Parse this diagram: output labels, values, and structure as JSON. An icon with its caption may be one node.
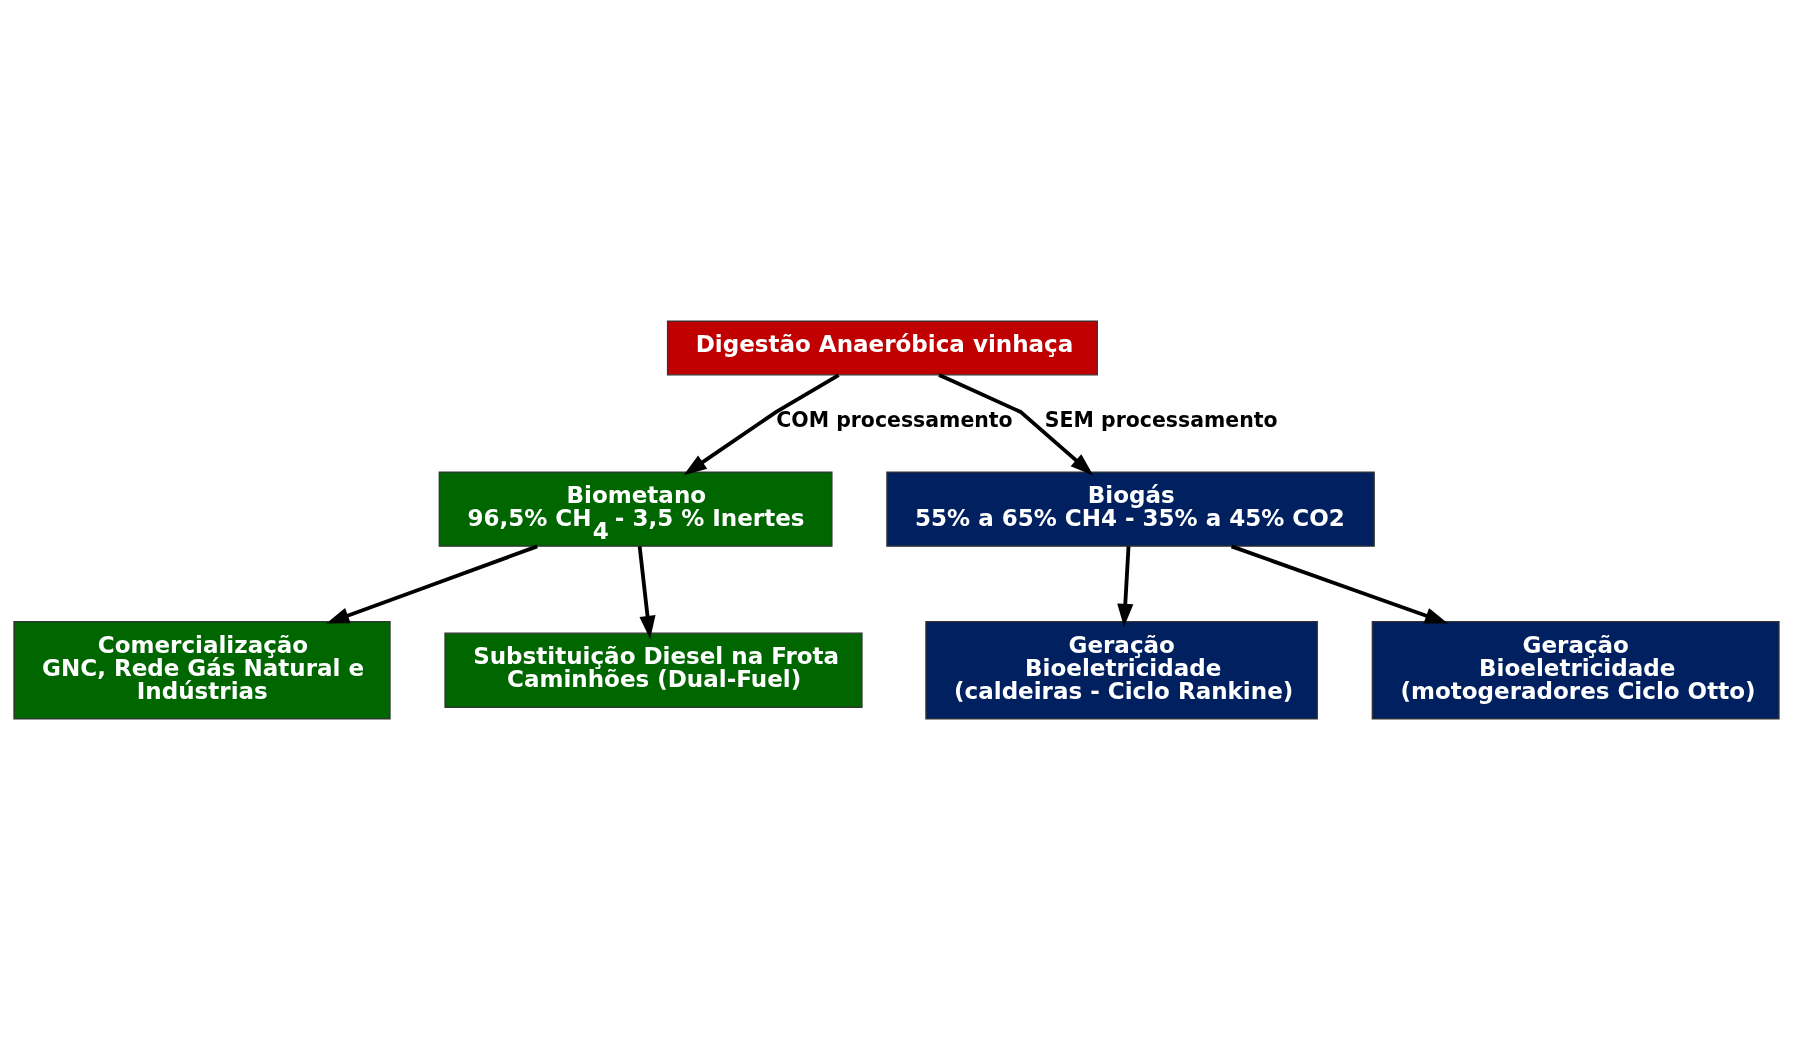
{
  "diagram": {
    "nodes": [
      {
        "text": [
          "Digestão Anaeróbica vinhaça"
        ]
      },
      {
        "text": [
          "Biometano",
          "96,5% CH$_{4}$ - 3,5 % Inertes"
        ]
      },
      {
        "text": [
          "Biogás",
          "55% a 65% CH4 - 35% a 45% CO2"
        ]
      },
      {
        "text": [
          "Comercialização",
          "GNC, Rede Gás Natural e Indústrias"
        ]
      },
      {
        "text": [
          "Substituição Diesel na Frota Caminhões (Dual-Fuel)"
        ]
      },
      {
        "text": [
          "Geração",
          "Bioeletricidade",
          "(caldeiras - Ciclo Rankine)"
        ]
      },
      {
        "text": [
          "Geração",
          "Bioeletricidade",
          "(motogeradores Ciclo Otto)"
        ]
      }
    ],
    "edges": [
      {
        "from": 0,
        "to": 1,
        "arrow": "to",
        "label": "COM processamento"
      },
      {
        "from": 0,
        "to": 2,
        "arrow": "to",
        "label": "SEM processamento"
      },
      {
        "from": 1,
        "to": 3,
        "arrow": "to"
      },
      {
        "from": 1,
        "to": 4,
        "arrow": "to"
      },
      {
        "from": 2,
        "to": 5,
        "arrow": "to"
      },
      {
        "from": 2,
        "to": 6,
        "arrow": "to"
      }
    ]
  }
}
